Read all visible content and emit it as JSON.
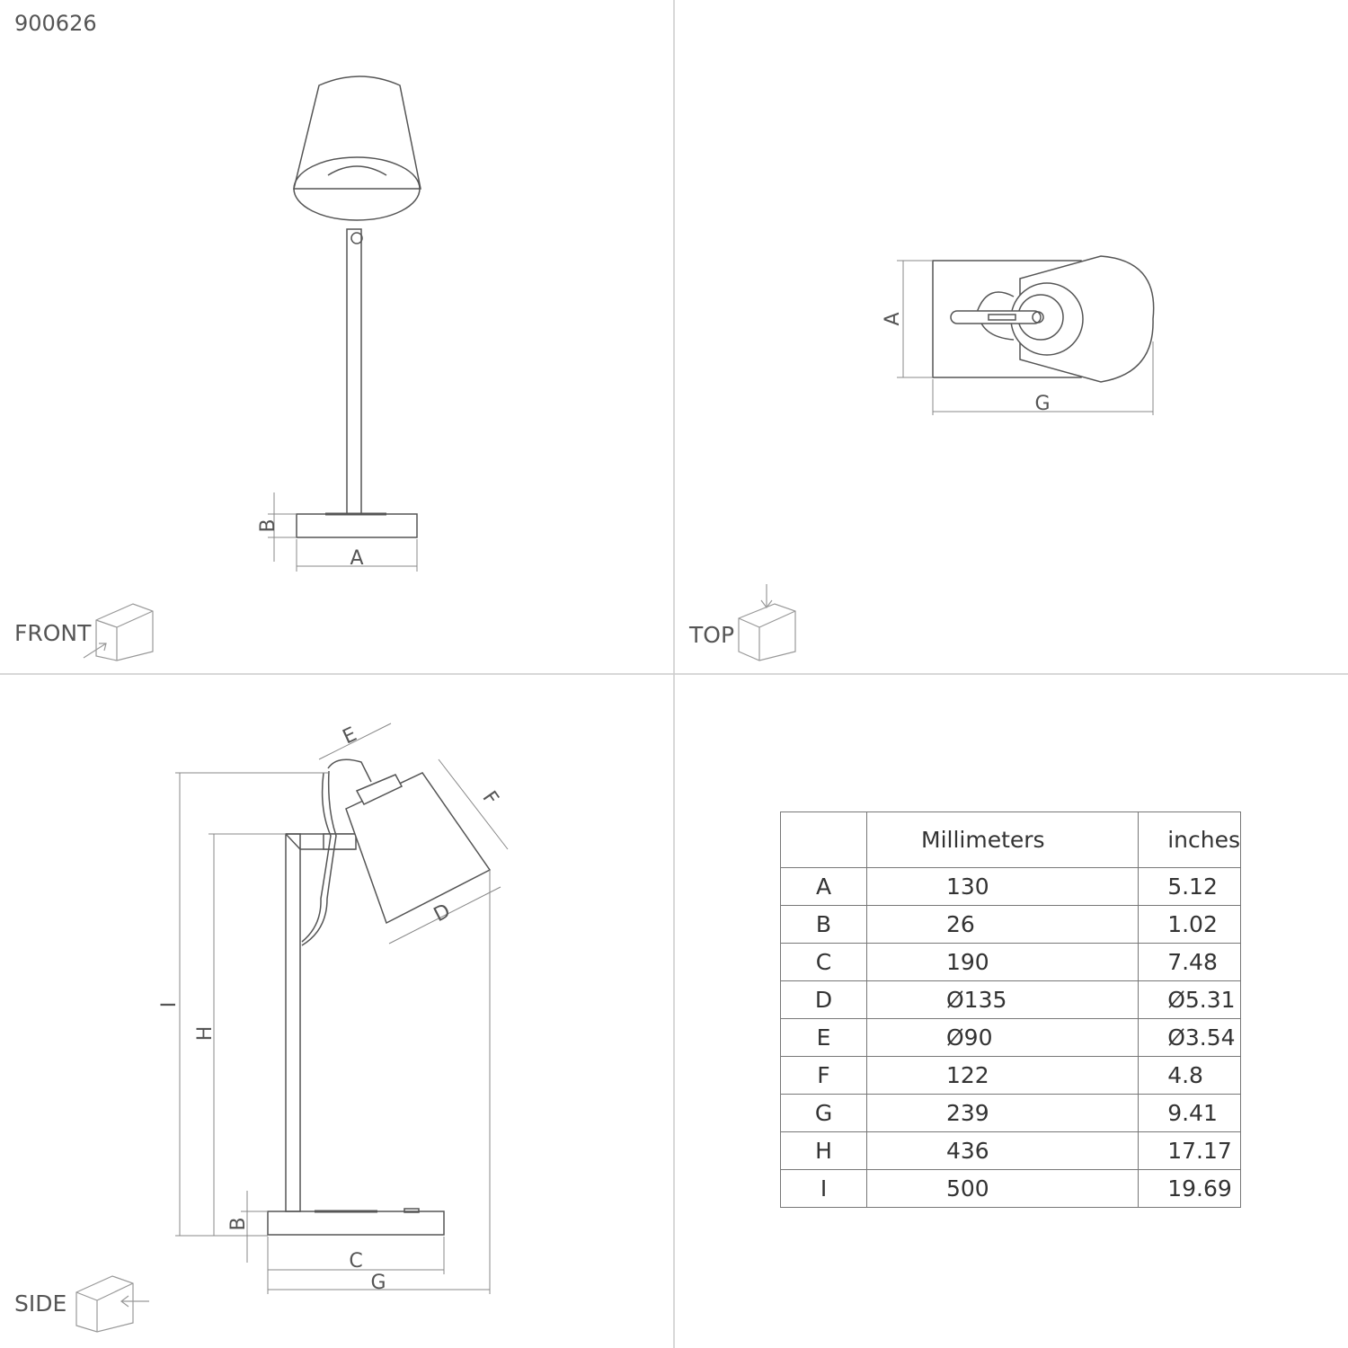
{
  "product_code": "900626",
  "views": {
    "front": "FRONT",
    "top": "TOP",
    "side": "SIDE"
  },
  "dimension_letters": {
    "A": "A",
    "B": "B",
    "C": "C",
    "D": "D",
    "E": "E",
    "F": "F",
    "G": "G",
    "H": "H",
    "I": "I"
  },
  "table": {
    "headers": [
      "",
      "Millimeters",
      "inches"
    ],
    "rows": [
      {
        "label": "A",
        "mm": "130",
        "in": "5.12"
      },
      {
        "label": "B",
        "mm": "26",
        "in": "1.02"
      },
      {
        "label": "C",
        "mm": "190",
        "in": "7.48"
      },
      {
        "label": "D",
        "mm": "Ø135",
        "in": "Ø5.31"
      },
      {
        "label": "E",
        "mm": "Ø90",
        "in": "Ø3.54"
      },
      {
        "label": "F",
        "mm": "122",
        "in": "4.8"
      },
      {
        "label": "G",
        "mm": "239",
        "in": "9.41"
      },
      {
        "label": "H",
        "mm": "436",
        "in": "17.17"
      },
      {
        "label": "I",
        "mm": "500",
        "in": "19.69"
      }
    ]
  }
}
